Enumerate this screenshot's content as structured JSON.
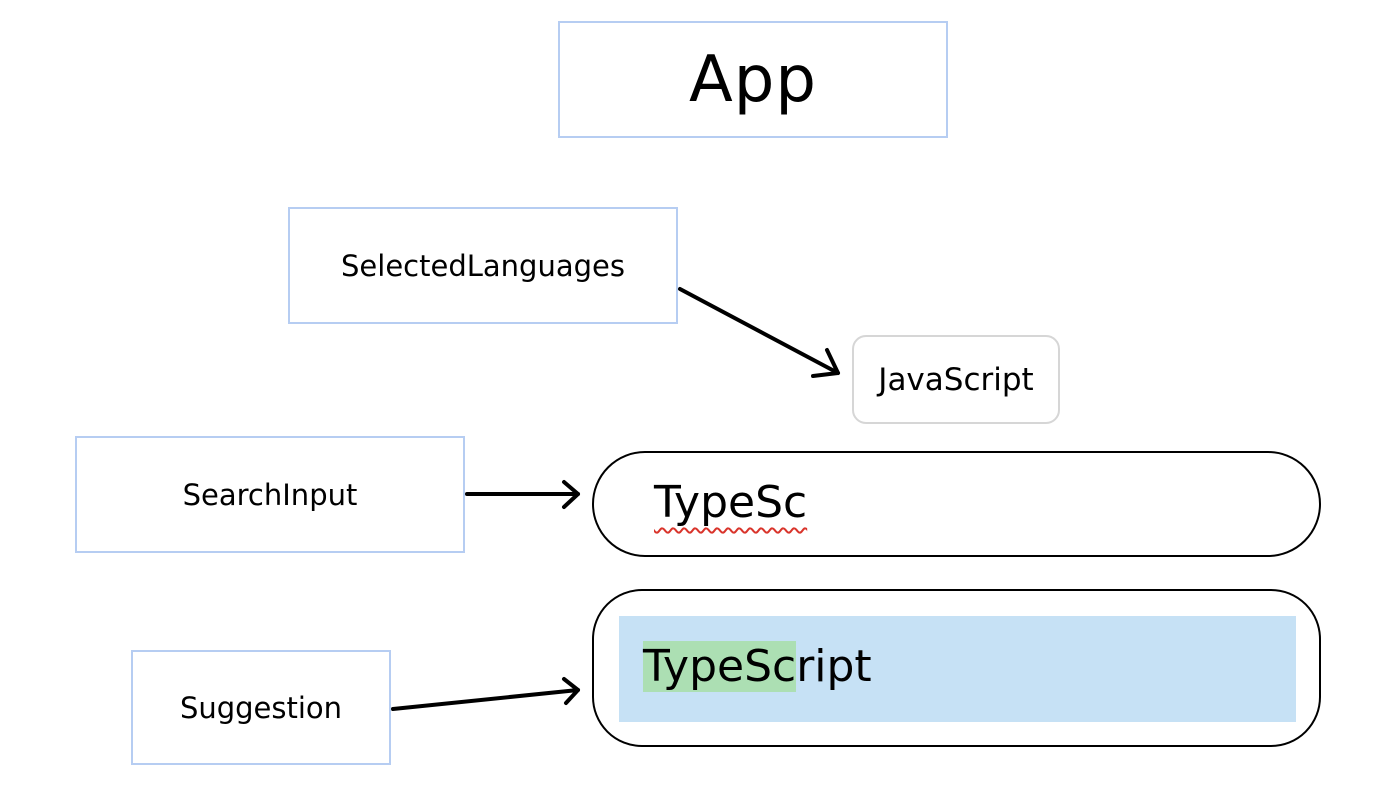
{
  "components": {
    "app": "App",
    "selected_languages": "SelectedLanguages",
    "search_input": "SearchInput",
    "suggestion": "Suggestion"
  },
  "selected_chip": {
    "label": "JavaScript"
  },
  "search": {
    "value": "TypeSc"
  },
  "suggestion_item": {
    "match": "TypeSc",
    "rest": "ript"
  },
  "colors": {
    "box_border": "#b6cdf2",
    "chip_border": "#d6d6d6",
    "row_highlight": "#c6e1f5",
    "match_highlight": "#acdfb3",
    "spellcheck_underline": "#d9342b"
  }
}
